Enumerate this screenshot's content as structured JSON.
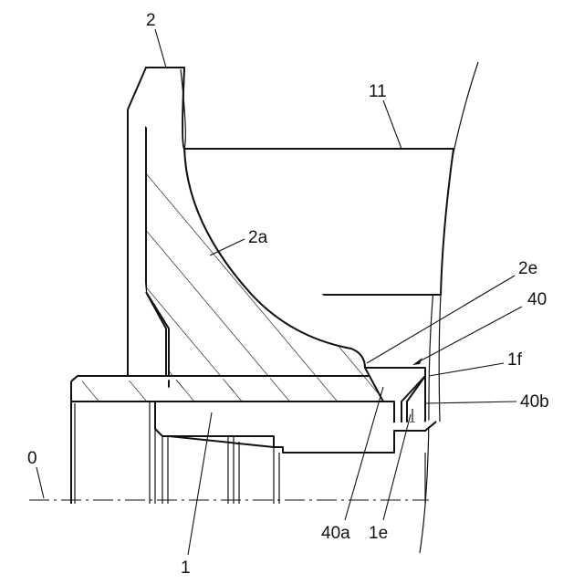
{
  "labels": {
    "part_2": "2",
    "part_11": "11",
    "surface_2a": "2a",
    "edge_2e": "2e",
    "seal_40": "40",
    "face_1f": "1f",
    "lip_40b": "40b",
    "axis_0": "0",
    "part_40a": "40a",
    "edge_1e": "1e",
    "part_1": "1"
  }
}
